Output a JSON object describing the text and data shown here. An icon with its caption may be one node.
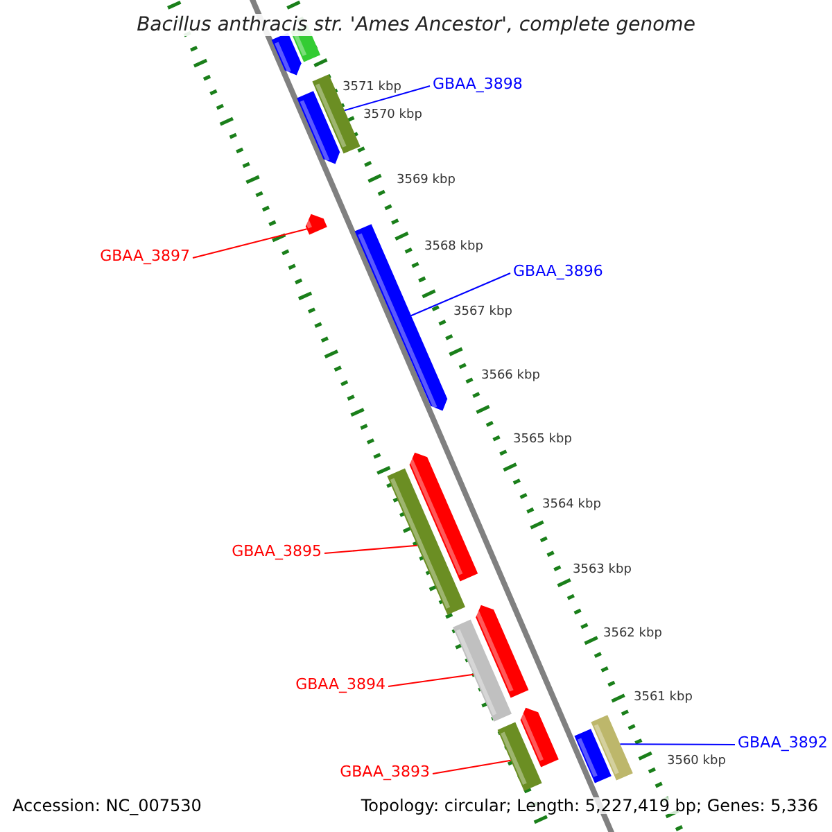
{
  "diagram": {
    "title": "Bacillus anthracis str. 'Ames Ancestor', complete genome",
    "nodes": [
      {
        "text": [
          "GBAA_3898"
        ]
      },
      {
        "text": [],
        "shape": "bar"
      },
      {
        "text": [
          "GBAA_3897"
        ]
      },
      {
        "text": [],
        "shape": "bar"
      },
      {
        "text": [
          "GBAA_3896"
        ]
      },
      {
        "text": [],
        "shape": "bar"
      },
      {
        "text": [
          "GBAA_3895"
        ]
      },
      {
        "text": [],
        "shape": "bar"
      },
      {
        "text": [
          "GBAA_3894"
        ]
      },
      {
        "text": [],
        "shape": "bar"
      },
      {
        "text": [
          "GBAA_3893"
        ]
      },
      {
        "text": [],
        "shape": "bar"
      },
      {
        "text": [
          "GBAA_3892"
        ]
      },
      {
        "text": [],
        "shape": "bar"
      },
      {
        "text": [],
        "shape": "bar"
      },
      {
        "text": [],
        "shape": "bar"
      },
      {
        "text": [],
        "shape": "bar"
      },
      {
        "text": [],
        "shape": "bar"
      },
      {
        "text": [],
        "shape": "bar"
      },
      {
        "text": [],
        "shape": "bar"
      },
      {
        "text": [],
        "shape": "bar"
      }
    ],
    "edges": [
      {
        "from": 0,
        "to": 1,
        "arrow": "none",
        "color": "#0000ff"
      },
      {
        "from": 2,
        "to": 3,
        "arrow": "none"
      },
      {
        "from": 4,
        "to": 5,
        "arrow": "none",
        "color": "#0000ff"
      },
      {
        "from": 6,
        "to": 7,
        "arrow": "none"
      },
      {
        "from": 8,
        "to": 9,
        "arrow": "none"
      },
      {
        "from": 10,
        "to": 11,
        "arrow": "none"
      },
      {
        "from": 12,
        "to": 13,
        "arrow": "none",
        "color": "#0000ff"
      }
    ],
    "labels": [
      "3571 kbp",
      "3570 kbp",
      "3569 kbp",
      "3568 kbp",
      "3567 kbp",
      "3566 kbp",
      "3565 kbp",
      "3564 kbp",
      "3563 kbp",
      "3562 kbp",
      "3561 kbp",
      "3560 kbp",
      "Accession: NC_007530",
      "Topology: circular; Length: 5,227,419 bp; Genes: 5,336"
    ]
  }
}
